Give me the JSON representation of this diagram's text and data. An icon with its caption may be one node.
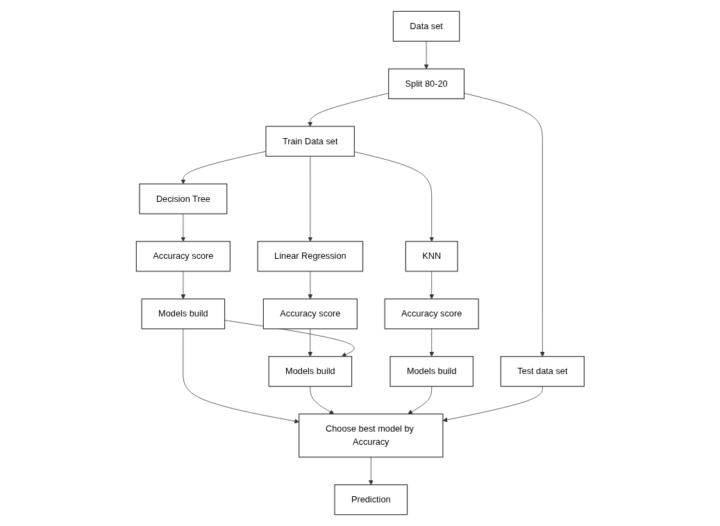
{
  "diagram": {
    "nodes": [
      {
        "text": [
          "Data set"
        ]
      },
      {
        "text": [
          "Split 80-20"
        ]
      },
      {
        "text": [
          "Train Data set"
        ]
      },
      {
        "text": [
          "Test data set"
        ]
      },
      {
        "text": [
          "Decision Tree"
        ]
      },
      {
        "text": [
          "Accuracy score"
        ]
      },
      {
        "text": [
          "Models build"
        ]
      },
      {
        "text": [
          "Linear Regression"
        ]
      },
      {
        "text": [
          "Accuracy score"
        ]
      },
      {
        "text": [
          "Models build"
        ]
      },
      {
        "text": [
          "KNN"
        ]
      },
      {
        "text": [
          "Accuracy score"
        ]
      },
      {
        "text": [
          "Models build"
        ]
      },
      {
        "text": [
          "Choose best model by Accuracy"
        ]
      },
      {
        "text": [
          "Prediction"
        ]
      }
    ],
    "edges": [
      {
        "from": 0,
        "to": 1,
        "arrow": "to"
      },
      {
        "from": 1,
        "to": 2,
        "arrow": "to"
      },
      {
        "from": 1,
        "to": 3,
        "arrow": "to"
      },
      {
        "from": 2,
        "to": 4,
        "arrow": "to"
      },
      {
        "from": 2,
        "to": 7,
        "arrow": "to"
      },
      {
        "from": 2,
        "to": 10,
        "arrow": "to"
      },
      {
        "from": 4,
        "to": 5,
        "arrow": "to"
      },
      {
        "from": 5,
        "to": 6,
        "arrow": "to"
      },
      {
        "from": 7,
        "to": 8,
        "arrow": "to"
      },
      {
        "from": 8,
        "to": 9,
        "arrow": "to"
      },
      {
        "from": 10,
        "to": 11,
        "arrow": "to"
      },
      {
        "from": 11,
        "to": 12,
        "arrow": "to"
      },
      {
        "from": 6,
        "to": 9,
        "arrow": "to"
      },
      {
        "from": 6,
        "to": 13,
        "arrow": "to"
      },
      {
        "from": 9,
        "to": 13,
        "arrow": "to"
      },
      {
        "from": 12,
        "to": 13,
        "arrow": "to"
      },
      {
        "from": 3,
        "to": 13,
        "arrow": "to"
      },
      {
        "from": 13,
        "to": 14,
        "arrow": "to"
      }
    ]
  }
}
